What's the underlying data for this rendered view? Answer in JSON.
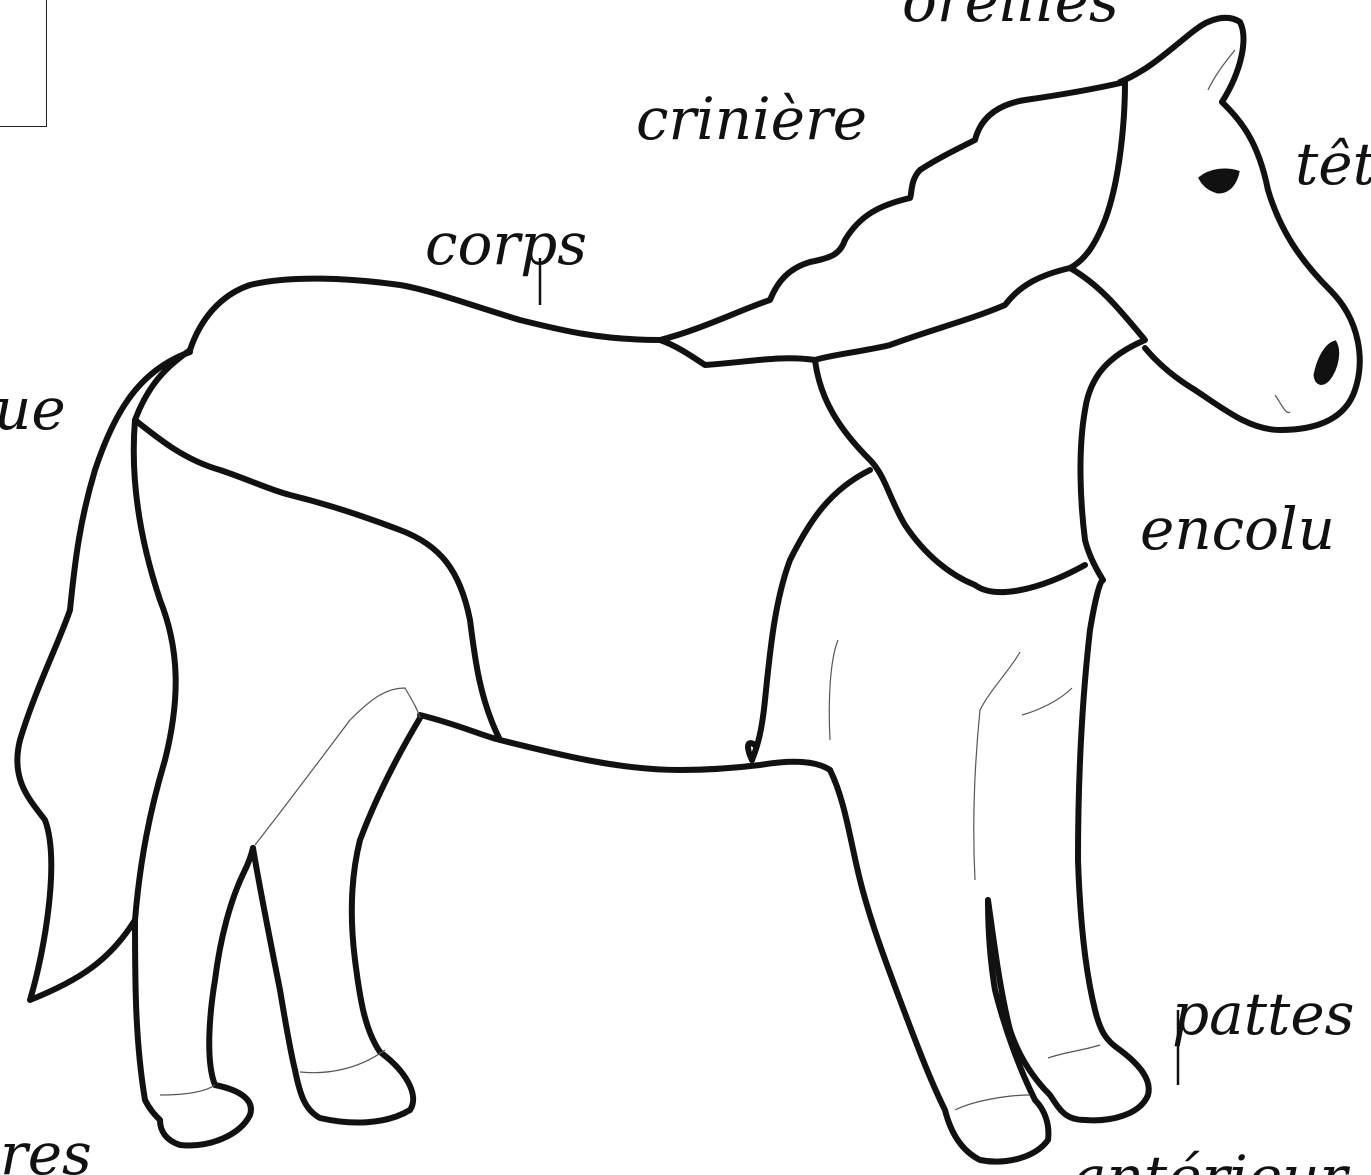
{
  "labels": {
    "oreilles": "oreilles",
    "criniere": "crinière",
    "tete": "têt",
    "corps": "corps",
    "queue": "ue",
    "encolure": "encolu",
    "pattes": "pattes",
    "posterieures": "res",
    "anterieures": "antérieur"
  },
  "colors": {
    "ink": "#111111",
    "background": "#ffffff"
  }
}
